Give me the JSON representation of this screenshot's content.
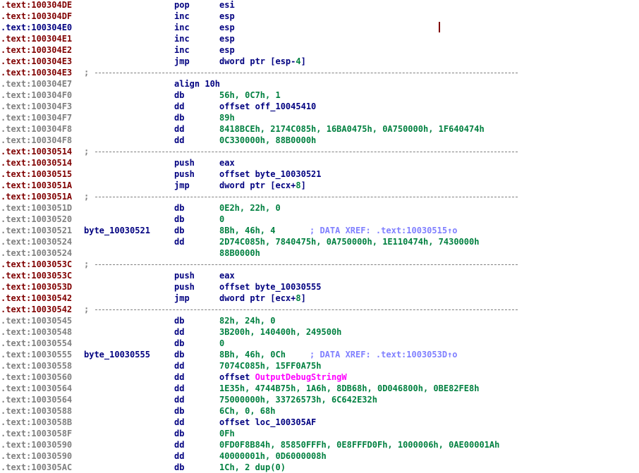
{
  "lines": [
    {
      "kind": "code",
      "addr": ".text:100304DE",
      "addr_style": "code",
      "mnem": "pop",
      "ops": [
        {
          "t": "esi",
          "c": "name"
        }
      ]
    },
    {
      "kind": "code",
      "addr": ".text:100304DF",
      "addr_style": "code",
      "mnem": "inc",
      "ops": [
        {
          "t": "esp",
          "c": "name"
        }
      ]
    },
    {
      "kind": "code",
      "addr": ".text:100304E0",
      "addr_style": "cur",
      "mnem": "inc",
      "ops": [
        {
          "t": "esp",
          "c": "name"
        }
      ]
    },
    {
      "kind": "code",
      "addr": ".text:100304E1",
      "addr_style": "code",
      "mnem": "inc",
      "ops": [
        {
          "t": "esp",
          "c": "name"
        }
      ]
    },
    {
      "kind": "code",
      "addr": ".text:100304E2",
      "addr_style": "code",
      "mnem": "inc",
      "ops": [
        {
          "t": "esp",
          "c": "name"
        }
      ]
    },
    {
      "kind": "code",
      "addr": ".text:100304E3",
      "addr_style": "code",
      "mnem": "jmp",
      "ops": [
        {
          "t": "dword ptr [esp-",
          "c": "name"
        },
        {
          "t": "4",
          "c": "num"
        },
        {
          "t": "]",
          "c": "name"
        }
      ]
    },
    {
      "kind": "sep",
      "addr": ".text:100304E3",
      "addr_style": "code",
      "semi": ";"
    },
    {
      "kind": "code",
      "addr": ".text:100304E7",
      "addr_style": "data",
      "mnem": "align 10h",
      "ops": []
    },
    {
      "kind": "code",
      "addr": ".text:100304F0",
      "addr_style": "data",
      "mnem": "db",
      "ops": [
        {
          "t": "56h, 0C7h, 1",
          "c": "num"
        }
      ]
    },
    {
      "kind": "code",
      "addr": ".text:100304F3",
      "addr_style": "data",
      "mnem": "dd",
      "ops": [
        {
          "t": "offset off_10045410",
          "c": "name"
        }
      ]
    },
    {
      "kind": "code",
      "addr": ".text:100304F7",
      "addr_style": "data",
      "mnem": "db",
      "ops": [
        {
          "t": "89h",
          "c": "num"
        }
      ]
    },
    {
      "kind": "code",
      "addr": ".text:100304F8",
      "addr_style": "data",
      "mnem": "dd",
      "ops": [
        {
          "t": "8418BCEh, 2174C085h, 16BA0475h, 0A750000h, 1F640474h",
          "c": "num"
        }
      ]
    },
    {
      "kind": "code",
      "addr": ".text:100304F8",
      "addr_style": "data",
      "mnem": "dd",
      "ops": [
        {
          "t": "0C330000h, 88B0000h",
          "c": "num"
        }
      ]
    },
    {
      "kind": "sep",
      "addr": ".text:10030514",
      "addr_style": "code",
      "semi": ";"
    },
    {
      "kind": "code",
      "addr": ".text:10030514",
      "addr_style": "code",
      "mnem": "push",
      "ops": [
        {
          "t": "eax",
          "c": "name"
        }
      ]
    },
    {
      "kind": "code",
      "addr": ".text:10030515",
      "addr_style": "code",
      "mnem": "push",
      "ops": [
        {
          "t": "offset byte_10030521",
          "c": "name"
        }
      ]
    },
    {
      "kind": "code",
      "addr": ".text:1003051A",
      "addr_style": "code",
      "mnem": "jmp",
      "ops": [
        {
          "t": "dword ptr [ecx+",
          "c": "name"
        },
        {
          "t": "8",
          "c": "num"
        },
        {
          "t": "]",
          "c": "name"
        }
      ]
    },
    {
      "kind": "sep",
      "addr": ".text:1003051A",
      "addr_style": "code",
      "semi": ";"
    },
    {
      "kind": "code",
      "addr": ".text:1003051D",
      "addr_style": "data",
      "mnem": "db",
      "ops": [
        {
          "t": "0E2h, 22h, 0",
          "c": "num"
        }
      ]
    },
    {
      "kind": "code",
      "addr": ".text:10030520",
      "addr_style": "data",
      "mnem": "db",
      "ops": [
        {
          "t": "0",
          "c": "num"
        }
      ]
    },
    {
      "kind": "code",
      "addr": ".text:10030521",
      "addr_style": "data",
      "label": "byte_10030521",
      "mnem": "db",
      "ops": [
        {
          "t": "8Bh, 46h, 4",
          "c": "num"
        }
      ],
      "comment": "; DATA XREF: .text:10030515↑o"
    },
    {
      "kind": "code",
      "addr": ".text:10030524",
      "addr_style": "data",
      "mnem": "dd",
      "ops": [
        {
          "t": "2D74C085h, 7840475h, 0A750000h, 1E110474h, 7430000h",
          "c": "num"
        }
      ]
    },
    {
      "kind": "code",
      "addr": ".text:10030524",
      "addr_style": "data",
      "mnem": "",
      "ops": [
        {
          "t": "88B0000h",
          "c": "num"
        }
      ]
    },
    {
      "kind": "sep",
      "addr": ".text:1003053C",
      "addr_style": "code",
      "semi": ";"
    },
    {
      "kind": "code",
      "addr": ".text:1003053C",
      "addr_style": "code",
      "mnem": "push",
      "ops": [
        {
          "t": "eax",
          "c": "name"
        }
      ]
    },
    {
      "kind": "code",
      "addr": ".text:1003053D",
      "addr_style": "code",
      "mnem": "push",
      "ops": [
        {
          "t": "offset byte_10030555",
          "c": "name"
        }
      ]
    },
    {
      "kind": "code",
      "addr": ".text:10030542",
      "addr_style": "code",
      "mnem": "jmp",
      "ops": [
        {
          "t": "dword ptr [ecx+",
          "c": "name"
        },
        {
          "t": "8",
          "c": "num"
        },
        {
          "t": "]",
          "c": "name"
        }
      ]
    },
    {
      "kind": "sep",
      "addr": ".text:10030542",
      "addr_style": "code",
      "semi": ";"
    },
    {
      "kind": "code",
      "addr": ".text:10030545",
      "addr_style": "data",
      "mnem": "db",
      "ops": [
        {
          "t": "82h, 24h, 0",
          "c": "num"
        }
      ]
    },
    {
      "kind": "code",
      "addr": ".text:10030548",
      "addr_style": "data",
      "mnem": "dd",
      "ops": [
        {
          "t": "3B200h, 140400h, 249500h",
          "c": "num"
        }
      ]
    },
    {
      "kind": "code",
      "addr": ".text:10030554",
      "addr_style": "data",
      "mnem": "db",
      "ops": [
        {
          "t": "0",
          "c": "num"
        }
      ]
    },
    {
      "kind": "code",
      "addr": ".text:10030555",
      "addr_style": "data",
      "label": "byte_10030555",
      "mnem": "db",
      "ops": [
        {
          "t": "8Bh, 46h, 0Ch",
          "c": "num"
        }
      ],
      "comment": "; DATA XREF: .text:1003053D↑o"
    },
    {
      "kind": "code",
      "addr": ".text:10030558",
      "addr_style": "data",
      "mnem": "dd",
      "ops": [
        {
          "t": "7074C085h, 15FF0A75h",
          "c": "num"
        }
      ]
    },
    {
      "kind": "code",
      "addr": ".text:10030560",
      "addr_style": "data",
      "mnem": "dd",
      "ops": [
        {
          "t": "offset ",
          "c": "name"
        },
        {
          "t": "OutputDebugStringW",
          "c": "imp"
        }
      ]
    },
    {
      "kind": "code",
      "addr": ".text:10030564",
      "addr_style": "data",
      "mnem": "dd",
      "ops": [
        {
          "t": "1E35h, 4744B75h, 1A6h, 8DB68h, 0D046800h, 0BE82FE8h",
          "c": "num"
        }
      ]
    },
    {
      "kind": "code",
      "addr": ".text:10030564",
      "addr_style": "data",
      "mnem": "dd",
      "ops": [
        {
          "t": "75000000h, 33726573h, 6C642E32h",
          "c": "num"
        }
      ]
    },
    {
      "kind": "code",
      "addr": ".text:10030588",
      "addr_style": "data",
      "mnem": "db",
      "ops": [
        {
          "t": "6Ch, 0, 68h",
          "c": "num"
        }
      ]
    },
    {
      "kind": "code",
      "addr": ".text:1003058B",
      "addr_style": "data",
      "mnem": "dd",
      "ops": [
        {
          "t": "offset loc_100305AF",
          "c": "name"
        }
      ]
    },
    {
      "kind": "code",
      "addr": ".text:1003058F",
      "addr_style": "data",
      "mnem": "db",
      "ops": [
        {
          "t": "0Fh",
          "c": "num"
        }
      ]
    },
    {
      "kind": "code",
      "addr": ".text:10030590",
      "addr_style": "data",
      "mnem": "dd",
      "ops": [
        {
          "t": "0FD0F8B84h, 85850FFFh, 0E8FFFD0Fh, 1000006h, 0AE00001Ah",
          "c": "num"
        }
      ]
    },
    {
      "kind": "code",
      "addr": ".text:10030590",
      "addr_style": "data",
      "mnem": "dd",
      "ops": [
        {
          "t": "40000001h, 0D6000008h",
          "c": "num"
        }
      ]
    },
    {
      "kind": "code",
      "addr": ".text:100305AC",
      "addr_style": "data",
      "mnem": "db",
      "ops": [
        {
          "t": "1Ch, 2 dup(",
          "c": "num"
        },
        {
          "t": "0",
          "c": "num"
        },
        {
          "t": ")",
          "c": "num"
        }
      ]
    }
  ],
  "colors": {
    "addr_code": "#800000",
    "addr_data": "#808080",
    "instruction": "#000080",
    "number": "#008040",
    "import": "#ff00ff",
    "comment": "#8080ff"
  }
}
